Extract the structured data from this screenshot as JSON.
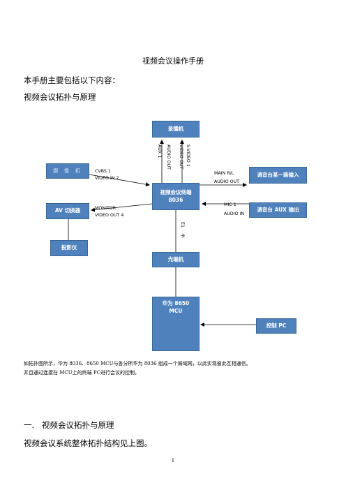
{
  "doc": {
    "title": "视频会议操作手册",
    "intro": "本手册主要包括以下内容：",
    "topic": "视频会议拓扑与原理",
    "caption_line1": "如拓扑图所示，华为 8036、8650 MCU与各分所华为 8036 组成一个局域网，以此实现彼此互相通信。",
    "caption_line2": "并且通过连接在 MCU上的终端 PC进行会议的控制。",
    "section_num": "一.",
    "section_title": "视频会议拓扑与原理",
    "section_body": "视频会议系统整体拓扑结构见上图。",
    "page_number": "1"
  },
  "diagram": {
    "recorder": "录播机",
    "camera": "摄 像 机",
    "terminal_line1": "视频会议终端",
    "terminal_line2": "8036",
    "mixer_input": "调音台某一路输入",
    "av_switch": "AV 切换器",
    "mixer_aux": "调音台 AUX 输出",
    "projector": "投影仪",
    "optical": "光端机",
    "mcu_line1": "华为 8650",
    "mcu_line2": "MCU",
    "control_pc": "控制 PC",
    "lbl_cvbs": "CVBS 1",
    "lbl_video_in": "VIDEO IN 2",
    "lbl_monitor": "MONITOR",
    "lbl_video_out4": "VIDEO OUT 4",
    "lbl_main": "MAIN R/L",
    "lbl_audio_out": "AUDIO OUT",
    "lbl_mic": "MIC 1",
    "lbl_audio_in": "AUDIO IN",
    "lbl_aux": "AUX 1",
    "lbl_audio_out_v": "AUDIO OUT",
    "lbl_video_out_v": "VIDEO OUT",
    "lbl_svideo": "S-VIDEO 1",
    "lbl_e1": "E1",
    "lbl_card": "卡"
  }
}
